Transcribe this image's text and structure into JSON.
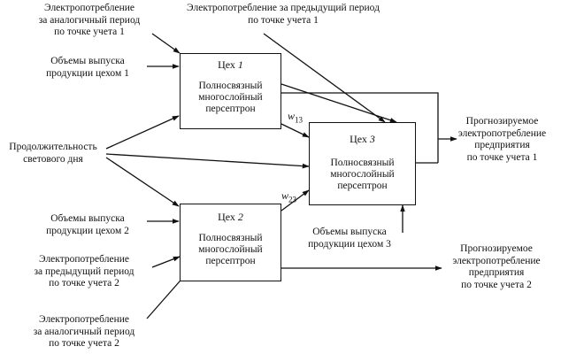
{
  "workshops": {
    "w1": {
      "title": "Цех",
      "num": "1",
      "line1": "Полносвязный",
      "line2": "многослойный",
      "line3": "персептрон"
    },
    "w2": {
      "title": "Цех",
      "num": "2",
      "line1": "Полносвязный",
      "line2": "многослойный",
      "line3": "персептрон"
    },
    "w3": {
      "title": "Цех",
      "num": "3",
      "line1": "Полносвязный",
      "line2": "многослойный",
      "line3": "персептрон"
    }
  },
  "inputs": {
    "analog_p1": [
      "Электропотребление",
      "за аналогичный период",
      "по точке учета 1"
    ],
    "prev_p1": [
      "Электропотребление за предыдущий период",
      "по точке учета 1"
    ],
    "output_w1": [
      "Объемы выпуска",
      "продукции цехом 1"
    ],
    "daylight": [
      "Продолжительность",
      "светового дня"
    ],
    "output_w2": [
      "Объемы выпуска",
      "продукции цехом 2"
    ],
    "prev_p2": [
      "Электропотребление",
      "за предыдущий период",
      "по точке учета 2"
    ],
    "analog_p2": [
      "Электропотребление",
      "за аналогичный период",
      "по точке учета 2"
    ],
    "output_w3": [
      "Объемы выпуска",
      "продукции цехом 3"
    ]
  },
  "outputs": {
    "forecast_p1": [
      "Прогнозируемое",
      "электропотребление",
      "предприятия",
      "по точке учета 1"
    ],
    "forecast_p2": [
      "Прогнозируемое",
      "электропотребление",
      "предприятия",
      "по точке учета 2"
    ]
  },
  "weights": {
    "w13": {
      "base": "w",
      "sub": "13"
    },
    "w23": {
      "base": "w",
      "sub": "23"
    }
  }
}
